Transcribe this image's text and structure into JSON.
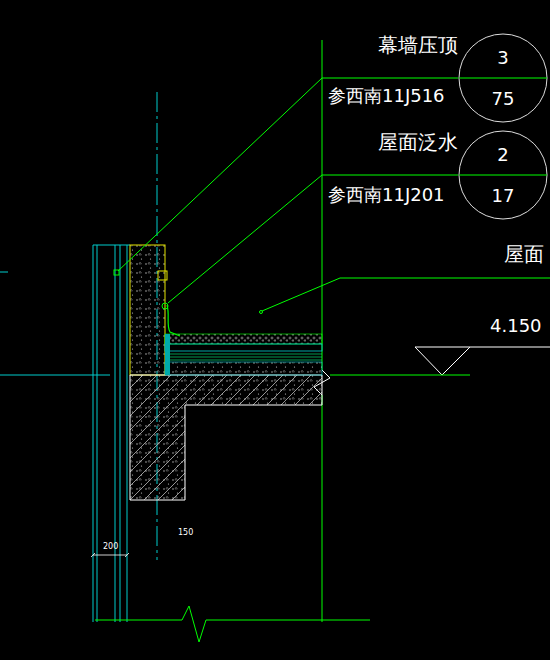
{
  "diagram": {
    "nodes": [
      {
        "text": [
          "3",
          "75"
        ]
      },
      {
        "text": [
          "2",
          "17"
        ]
      }
    ],
    "labels": [
      "幕墙压顶",
      "参西南11J516",
      "屋面泛水",
      "参西南11J201",
      "屋面",
      "4.150",
      "200",
      "150"
    ]
  }
}
